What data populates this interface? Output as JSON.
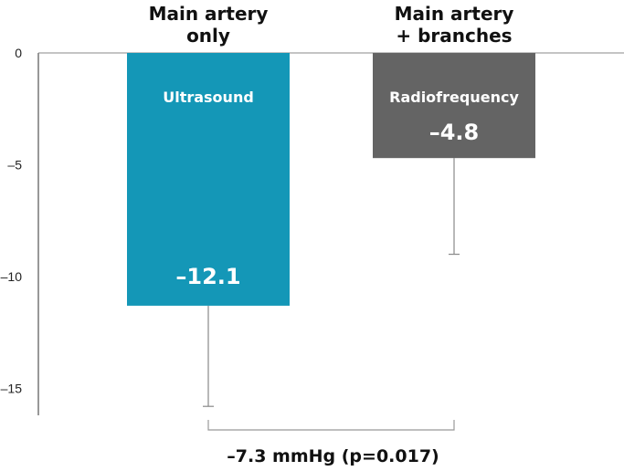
{
  "chart_data": {
    "type": "bar",
    "categories": [
      "Main artery\nonly",
      "Main artery\n+ branches"
    ],
    "series": [
      {
        "name": "Ultrasound",
        "value": -11.3,
        "value_label": "–12.1",
        "error_low": -15.8,
        "color": "#1497b7"
      },
      {
        "name": "Radiofrequency",
        "value": -4.7,
        "value_label": "–4.8",
        "error_low": -9.0,
        "color": "#646464"
      }
    ],
    "yticks": [
      0,
      -5,
      -10,
      -15
    ],
    "ytick_labels": [
      "0",
      "–5",
      "–10",
      "–15"
    ],
    "ylim": [
      -16.2,
      0
    ],
    "grid": false,
    "annotation": "–7.3 mmHg (p=0.017)"
  }
}
